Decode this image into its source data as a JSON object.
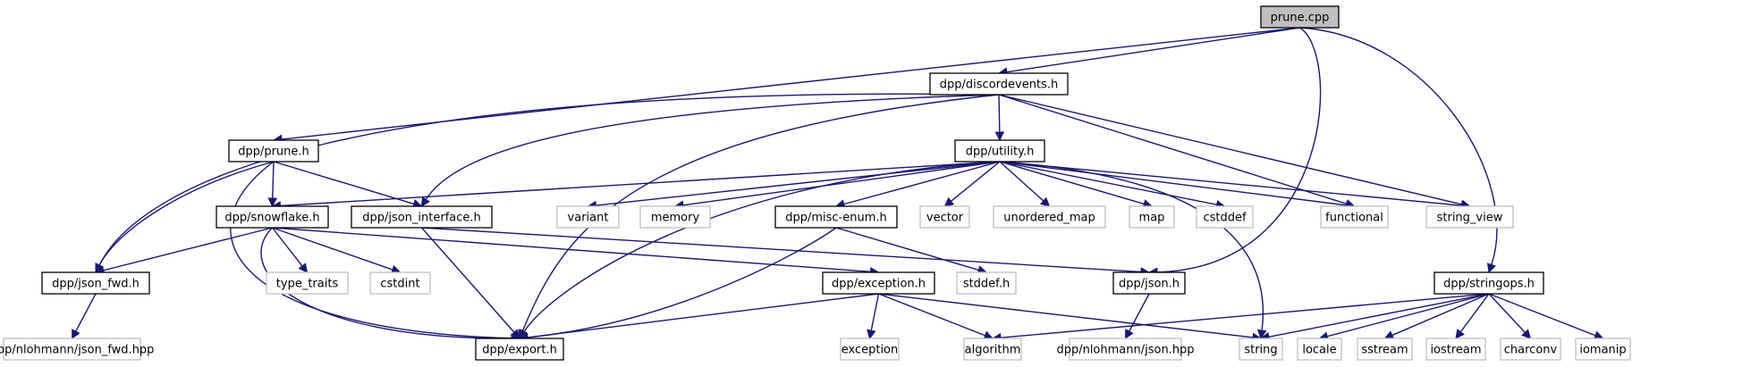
{
  "title": "Include dependency graph for prune.cpp",
  "colors": {
    "edge": "#191970",
    "project_border": "#000000",
    "system_border": "#bfbfbf",
    "root_fill": "#bfbfbf"
  },
  "nodes": [
    {
      "id": "prune_cpp",
      "label": "prune.cpp",
      "kind": "root"
    },
    {
      "id": "discordevents_h",
      "label": "dpp/discordevents.h",
      "kind": "project"
    },
    {
      "id": "prune_h",
      "label": "dpp/prune.h",
      "kind": "project"
    },
    {
      "id": "utility_h",
      "label": "dpp/utility.h",
      "kind": "project"
    },
    {
      "id": "snowflake_h",
      "label": "dpp/snowflake.h",
      "kind": "project"
    },
    {
      "id": "json_interface_h",
      "label": "dpp/json_interface.h",
      "kind": "project"
    },
    {
      "id": "variant",
      "label": "variant",
      "kind": "system"
    },
    {
      "id": "memory",
      "label": "memory",
      "kind": "system"
    },
    {
      "id": "misc_enum_h",
      "label": "dpp/misc-enum.h",
      "kind": "project"
    },
    {
      "id": "vector",
      "label": "vector",
      "kind": "system"
    },
    {
      "id": "unordered_map",
      "label": "unordered_map",
      "kind": "system"
    },
    {
      "id": "map",
      "label": "map",
      "kind": "system"
    },
    {
      "id": "cstddef",
      "label": "cstddef",
      "kind": "system"
    },
    {
      "id": "functional",
      "label": "functional",
      "kind": "system"
    },
    {
      "id": "string_view",
      "label": "string_view",
      "kind": "system"
    },
    {
      "id": "json_fwd_h",
      "label": "dpp/json_fwd.h",
      "kind": "project"
    },
    {
      "id": "type_traits",
      "label": "type_traits",
      "kind": "system"
    },
    {
      "id": "cstdint",
      "label": "cstdint",
      "kind": "system"
    },
    {
      "id": "exception_h",
      "label": "dpp/exception.h",
      "kind": "project"
    },
    {
      "id": "stddef_h",
      "label": "stddef.h",
      "kind": "system"
    },
    {
      "id": "json_h",
      "label": "dpp/json.h",
      "kind": "project"
    },
    {
      "id": "stringops_h",
      "label": "dpp/stringops.h",
      "kind": "project"
    },
    {
      "id": "nlohmann_json_fwd_hpp",
      "label": "dpp/nlohmann/json_fwd.hpp",
      "kind": "system"
    },
    {
      "id": "export_h",
      "label": "dpp/export.h",
      "kind": "project"
    },
    {
      "id": "exception",
      "label": "exception",
      "kind": "system"
    },
    {
      "id": "algorithm",
      "label": "algorithm",
      "kind": "system"
    },
    {
      "id": "nlohmann_json_hpp",
      "label": "dpp/nlohmann/json.hpp",
      "kind": "system"
    },
    {
      "id": "string",
      "label": "string",
      "kind": "system"
    },
    {
      "id": "locale",
      "label": "locale",
      "kind": "system"
    },
    {
      "id": "sstream",
      "label": "sstream",
      "kind": "system"
    },
    {
      "id": "iostream",
      "label": "iostream",
      "kind": "system"
    },
    {
      "id": "charconv",
      "label": "charconv",
      "kind": "system"
    },
    {
      "id": "iomanip",
      "label": "iomanip",
      "kind": "system"
    }
  ],
  "edges": [
    [
      "prune_cpp",
      "discordevents_h"
    ],
    [
      "prune_cpp",
      "prune_h"
    ],
    [
      "prune_cpp",
      "json_h"
    ],
    [
      "prune_cpp",
      "stringops_h"
    ],
    [
      "discordevents_h",
      "utility_h"
    ],
    [
      "discordevents_h",
      "json_fwd_h"
    ],
    [
      "discordevents_h",
      "json_interface_h"
    ],
    [
      "discordevents_h",
      "export_h"
    ],
    [
      "discordevents_h",
      "functional"
    ],
    [
      "discordevents_h",
      "string_view"
    ],
    [
      "prune_h",
      "snowflake_h"
    ],
    [
      "prune_h",
      "json_interface_h"
    ],
    [
      "prune_h",
      "json_fwd_h"
    ],
    [
      "prune_h",
      "export_h"
    ],
    [
      "utility_h",
      "snowflake_h"
    ],
    [
      "utility_h",
      "variant"
    ],
    [
      "utility_h",
      "memory"
    ],
    [
      "utility_h",
      "misc_enum_h"
    ],
    [
      "utility_h",
      "vector"
    ],
    [
      "utility_h",
      "unordered_map"
    ],
    [
      "utility_h",
      "map"
    ],
    [
      "utility_h",
      "cstddef"
    ],
    [
      "utility_h",
      "functional"
    ],
    [
      "utility_h",
      "string_view"
    ],
    [
      "utility_h",
      "string"
    ],
    [
      "utility_h",
      "export_h"
    ],
    [
      "snowflake_h",
      "json_fwd_h"
    ],
    [
      "snowflake_h",
      "type_traits"
    ],
    [
      "snowflake_h",
      "cstdint"
    ],
    [
      "snowflake_h",
      "exception_h"
    ],
    [
      "snowflake_h",
      "export_h"
    ],
    [
      "json_interface_h",
      "json_h"
    ],
    [
      "json_interface_h",
      "export_h"
    ],
    [
      "misc_enum_h",
      "stddef_h"
    ],
    [
      "misc_enum_h",
      "export_h"
    ],
    [
      "json_fwd_h",
      "nlohmann_json_fwd_hpp"
    ],
    [
      "exception_h",
      "export_h"
    ],
    [
      "exception_h",
      "exception"
    ],
    [
      "exception_h",
      "algorithm"
    ],
    [
      "exception_h",
      "string"
    ],
    [
      "json_h",
      "nlohmann_json_hpp"
    ],
    [
      "stringops_h",
      "algorithm"
    ],
    [
      "stringops_h",
      "string"
    ],
    [
      "stringops_h",
      "locale"
    ],
    [
      "stringops_h",
      "sstream"
    ],
    [
      "stringops_h",
      "iostream"
    ],
    [
      "stringops_h",
      "charconv"
    ],
    [
      "stringops_h",
      "iomanip"
    ]
  ]
}
